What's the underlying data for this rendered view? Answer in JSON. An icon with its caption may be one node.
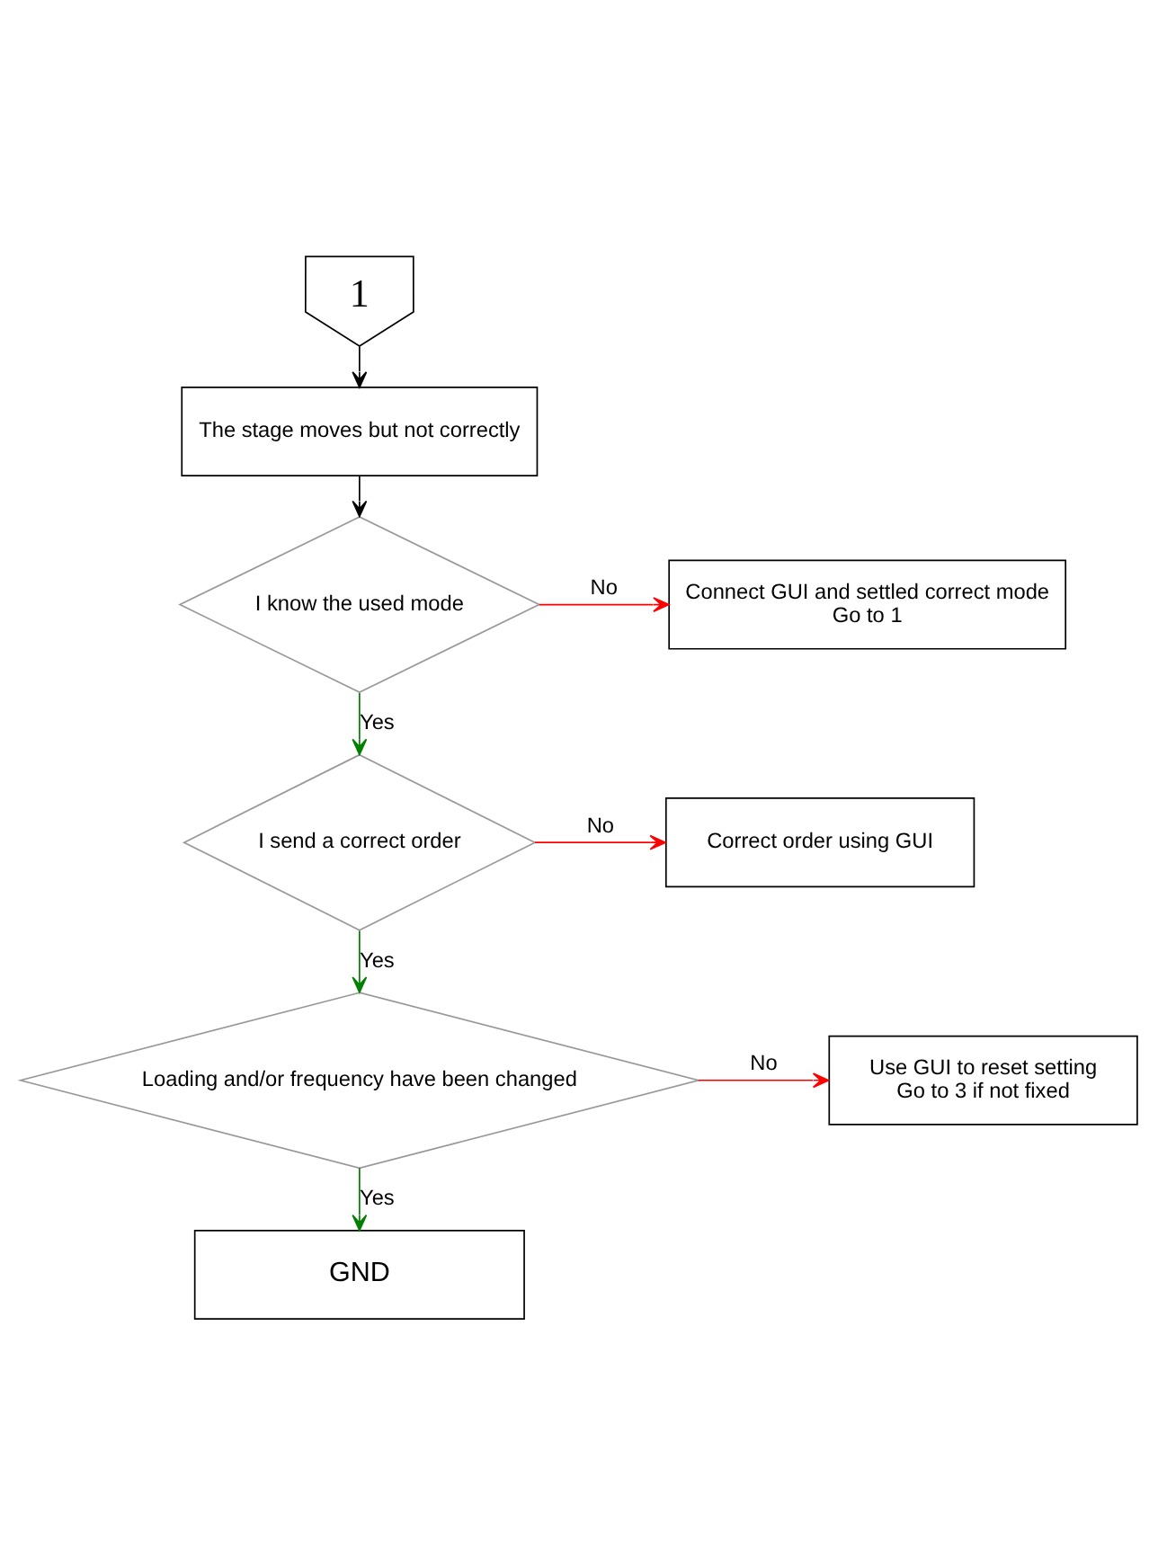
{
  "diagram": {
    "nodes": [
      {
        "text": [
          "1"
        ]
      },
      {
        "text": [
          "The stage moves but not correctly"
        ]
      },
      {
        "text": [
          "I know the used mode"
        ]
      },
      {
        "text": [
          "Connect GUI and settled correct mode",
          "Go to 1"
        ]
      },
      {
        "text": [
          "I send a correct order"
        ]
      },
      {
        "text": [
          "Correct order using GUI"
        ]
      },
      {
        "text": [
          "Loading and/or frequency have been changed"
        ]
      },
      {
        "text": [
          "Use GUI to reset setting",
          "Go to 3 if not fixed"
        ]
      },
      {
        "text": [
          "GND"
        ]
      }
    ],
    "edges": [
      {
        "from": 0,
        "to": 1,
        "arrow": "to",
        "color": "#000000"
      },
      {
        "from": 1,
        "to": 2,
        "arrow": "to",
        "color": "#000000"
      },
      {
        "from": 2,
        "to": 3,
        "label": "No",
        "arrow": "to",
        "color": "#ff0000"
      },
      {
        "from": 2,
        "to": 4,
        "label": "Yes",
        "arrow": "to",
        "color": "#008000"
      },
      {
        "from": 4,
        "to": 5,
        "label": "No",
        "arrow": "to",
        "color": "#ff0000"
      },
      {
        "from": 4,
        "to": 6,
        "label": "Yes",
        "arrow": "to",
        "color": "#008000"
      },
      {
        "from": 6,
        "to": 7,
        "label": "No",
        "arrow": "to",
        "color": "#ff0000"
      },
      {
        "from": 6,
        "to": 8,
        "label": "Yes",
        "arrow": "to",
        "color": "#008000"
      }
    ]
  }
}
